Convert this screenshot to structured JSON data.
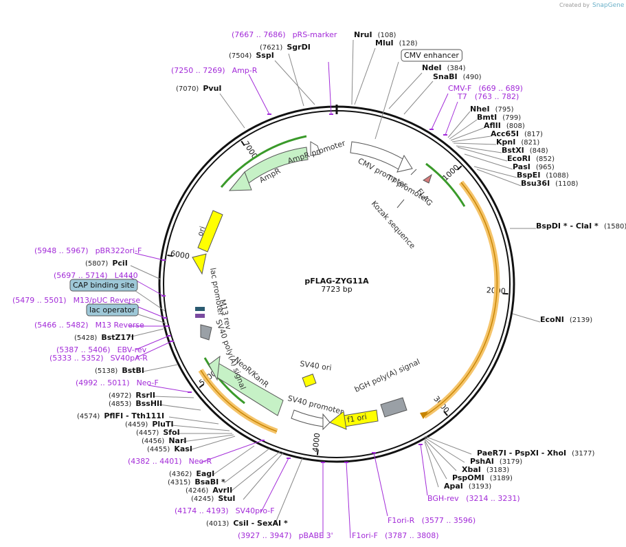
{
  "credit": {
    "prefix": "Created by",
    "brand": "SnapGene"
  },
  "plasmid": {
    "name": "pFLAG-ZYG11A",
    "length": "7723 bp"
  },
  "ticks": [
    "1000",
    "2000",
    "3000",
    "4000",
    "5000",
    "6000",
    "7000"
  ],
  "labels": [
    {
      "id": "prs-marker",
      "type": "primer",
      "name": "pRS-marker",
      "range": "(7667 .. 7686)"
    },
    {
      "id": "nrui",
      "type": "enzyme",
      "name": "NruI",
      "pos": "(108)"
    },
    {
      "id": "mlui",
      "type": "enzyme",
      "name": "MluI",
      "pos": "(128)"
    },
    {
      "id": "sgrdi",
      "type": "enzyme",
      "name": "SgrDI",
      "pos": "(7621)"
    },
    {
      "id": "sspi",
      "type": "enzyme",
      "name": "SspI",
      "pos": "(7504)"
    },
    {
      "id": "cmv-enhancer",
      "type": "boxed",
      "name": "CMV enhancer"
    },
    {
      "id": "amp-r",
      "type": "primer",
      "name": "Amp-R",
      "range": "(7250 .. 7269)"
    },
    {
      "id": "ndei",
      "type": "enzyme",
      "name": "NdeI",
      "pos": "(384)"
    },
    {
      "id": "snabi",
      "type": "enzyme",
      "name": "SnaBI",
      "pos": "(490)"
    },
    {
      "id": "pvui",
      "type": "enzyme",
      "name": "PvuI",
      "pos": "(7070)"
    },
    {
      "id": "cmv-f",
      "type": "primer",
      "name": "CMV-F",
      "range": "(669 .. 689)"
    },
    {
      "id": "t7",
      "type": "primer",
      "name": "T7",
      "range": "(763 .. 782)"
    },
    {
      "id": "nhei",
      "type": "enzyme",
      "name": "NheI",
      "pos": "(795)"
    },
    {
      "id": "bmti",
      "type": "enzyme",
      "name": "BmtI",
      "pos": "(799)"
    },
    {
      "id": "aflii",
      "type": "enzyme",
      "name": "AflII",
      "pos": "(808)"
    },
    {
      "id": "acc65i",
      "type": "enzyme",
      "name": "Acc65I",
      "pos": "(817)"
    },
    {
      "id": "kpni",
      "type": "enzyme",
      "name": "KpnI",
      "pos": "(821)"
    },
    {
      "id": "bstxi",
      "type": "enzyme",
      "name": "BstXI",
      "pos": "(848)"
    },
    {
      "id": "ecori",
      "type": "enzyme",
      "name": "EcoRI",
      "pos": "(852)"
    },
    {
      "id": "pasi",
      "type": "enzyme",
      "name": "PasI",
      "pos": "(965)"
    },
    {
      "id": "bspei",
      "type": "enzyme",
      "name": "BspEI",
      "pos": "(1088)"
    },
    {
      "id": "bsu36i",
      "type": "enzyme",
      "name": "Bsu36I",
      "pos": "(1108)"
    },
    {
      "id": "bspdi",
      "type": "enzyme",
      "name": "BspDI * - ClaI *",
      "pos": "(1580)"
    },
    {
      "id": "econi",
      "type": "enzyme",
      "name": "EcoNI",
      "pos": "(2139)"
    },
    {
      "id": "pber322",
      "type": "primer",
      "name": "pBR322ori-F",
      "range": "(5948 .. 5967)"
    },
    {
      "id": "pcii",
      "type": "enzyme",
      "name": "PciI",
      "pos": "(5807)"
    },
    {
      "id": "l4440",
      "type": "primer",
      "name": "L4440",
      "range": "(5697 .. 5714)"
    },
    {
      "id": "cap-site",
      "type": "boxed-blue",
      "name": "CAP binding site"
    },
    {
      "id": "m13puc",
      "type": "primer",
      "name": "M13/pUC Reverse",
      "range": "(5479 .. 5501)"
    },
    {
      "id": "lac-op",
      "type": "boxed-blue",
      "name": "lac operator"
    },
    {
      "id": "m13rev",
      "type": "primer",
      "name": "M13 Reverse",
      "range": "(5466 .. 5482)"
    },
    {
      "id": "bstz17i",
      "type": "enzyme",
      "name": "BstZ17I",
      "pos": "(5428)"
    },
    {
      "id": "ebv-rev",
      "type": "primer",
      "name": "EBV-rev",
      "range": "(5387 .. 5406)"
    },
    {
      "id": "sv40pa-r",
      "type": "primer",
      "name": "SV40pA-R",
      "range": "(5333 .. 5352)"
    },
    {
      "id": "bstbi",
      "type": "enzyme",
      "name": "BstBI",
      "pos": "(5138)"
    },
    {
      "id": "neo-f",
      "type": "primer",
      "name": "Neo-F",
      "range": "(4992 .. 5011)"
    },
    {
      "id": "rsrii",
      "type": "enzyme",
      "name": "RsrII",
      "pos": "(4972)"
    },
    {
      "id": "bsshii",
      "type": "enzyme",
      "name": "BssHII",
      "pos": "(4853)"
    },
    {
      "id": "pflfi",
      "type": "enzyme",
      "name": "PflFI - Tth111I",
      "pos": "(4574)"
    },
    {
      "id": "plui",
      "type": "enzyme",
      "name": "PluTI",
      "pos": "(4459)"
    },
    {
      "id": "sfoi",
      "type": "enzyme",
      "name": "SfoI",
      "pos": "(4457)"
    },
    {
      "id": "nari",
      "type": "enzyme",
      "name": "NarI",
      "pos": "(4456)"
    },
    {
      "id": "kasi",
      "type": "enzyme",
      "name": "KasI",
      "pos": "(4455)"
    },
    {
      "id": "neo-r",
      "type": "primer",
      "name": "Neo-R",
      "range": "(4382 .. 4401)"
    },
    {
      "id": "eagi",
      "type": "enzyme",
      "name": "EagI",
      "pos": "(4362)"
    },
    {
      "id": "bsabi",
      "type": "enzyme",
      "name": "BsaBI *",
      "pos": "(4315)"
    },
    {
      "id": "avrii",
      "type": "enzyme",
      "name": "AvrII",
      "pos": "(4246)"
    },
    {
      "id": "stui",
      "type": "enzyme",
      "name": "StuI",
      "pos": "(4245)"
    },
    {
      "id": "sv40pro-f",
      "type": "primer",
      "name": "SV40pro-F",
      "range": "(4174 .. 4193)"
    },
    {
      "id": "csii",
      "type": "enzyme",
      "name": "CsiI - SexAI *",
      "pos": "(4013)"
    },
    {
      "id": "pbabe3",
      "type": "primer",
      "name": "pBABE 3'",
      "range": "(3927 .. 3947)"
    },
    {
      "id": "f1ori-f",
      "type": "primer",
      "name": "F1ori-F",
      "range": "(3787 .. 3808)"
    },
    {
      "id": "f1ori-r",
      "type": "primer",
      "name": "F1ori-R",
      "range": "(3577 .. 3596)"
    },
    {
      "id": "bgh-rev",
      "type": "primer",
      "name": "BGH-rev",
      "range": "(3214 .. 3231)"
    },
    {
      "id": "paer7i",
      "type": "enzyme",
      "name": "PaeR7I - PspXI - XhoI",
      "pos": "(3177)"
    },
    {
      "id": "pshai",
      "type": "enzyme",
      "name": "PshAI",
      "pos": "(3179)"
    },
    {
      "id": "xbai",
      "type": "enzyme",
      "name": "XbaI",
      "pos": "(3183)"
    },
    {
      "id": "pspomi",
      "type": "enzyme",
      "name": "PspOMI",
      "pos": "(3189)"
    },
    {
      "id": "apai",
      "type": "enzyme",
      "name": "ApaI",
      "pos": "(3193)"
    }
  ],
  "features": {
    "amp_promoter": "AmpR promoter",
    "ampr": "AmpR",
    "cmv_promoter": "CMV promoter",
    "t7_promoter": "T7 promoter",
    "flag": "FLAG",
    "kozak": "Kozak sequence",
    "ori": "ori",
    "lac_promoter": "lac promoter",
    "m13_rev": "M13 rev",
    "sv40_polya": "SV40 poly(A) signal",
    "neo": "NeoR/KanR",
    "sv40_ori": "SV40 ori",
    "sv40_promoter": "SV40 promoter",
    "bgh_polya": "bGH poly(A) signal",
    "f1_ori": "f1 ori"
  },
  "colors": {
    "primer": "#a22ad8",
    "ampr": "#c6f1c6",
    "ori": "#ffff00",
    "orf": "#f5c46a",
    "blue_box": "#9ec8d8"
  }
}
